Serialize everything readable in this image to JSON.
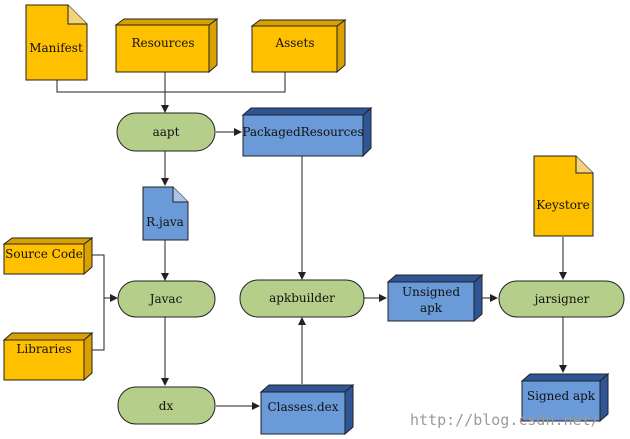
{
  "nodes": {
    "manifest": "Manifest",
    "resources": "Resources",
    "assets": "Assets",
    "aapt": "aapt",
    "packaged_resources": "PackagedResources",
    "r_java": "R.java",
    "source_code": "Source Code",
    "libraries": "Libraries",
    "javac": "Javac",
    "dx": "dx",
    "classes_dex": "Classes.dex",
    "apkbuilder": "apkbuilder",
    "unsigned_apk_line1": "Unsigned",
    "unsigned_apk_line2": "apk",
    "keystore": "Keystore",
    "jarsigner": "jarsigner",
    "signed_apk": "Signed apk"
  },
  "watermark": "http://blog.csdn.net/",
  "colors": {
    "input_file": "#FFC000",
    "generated_file": "#6A9BD8",
    "tool": "#B5CE8A"
  }
}
